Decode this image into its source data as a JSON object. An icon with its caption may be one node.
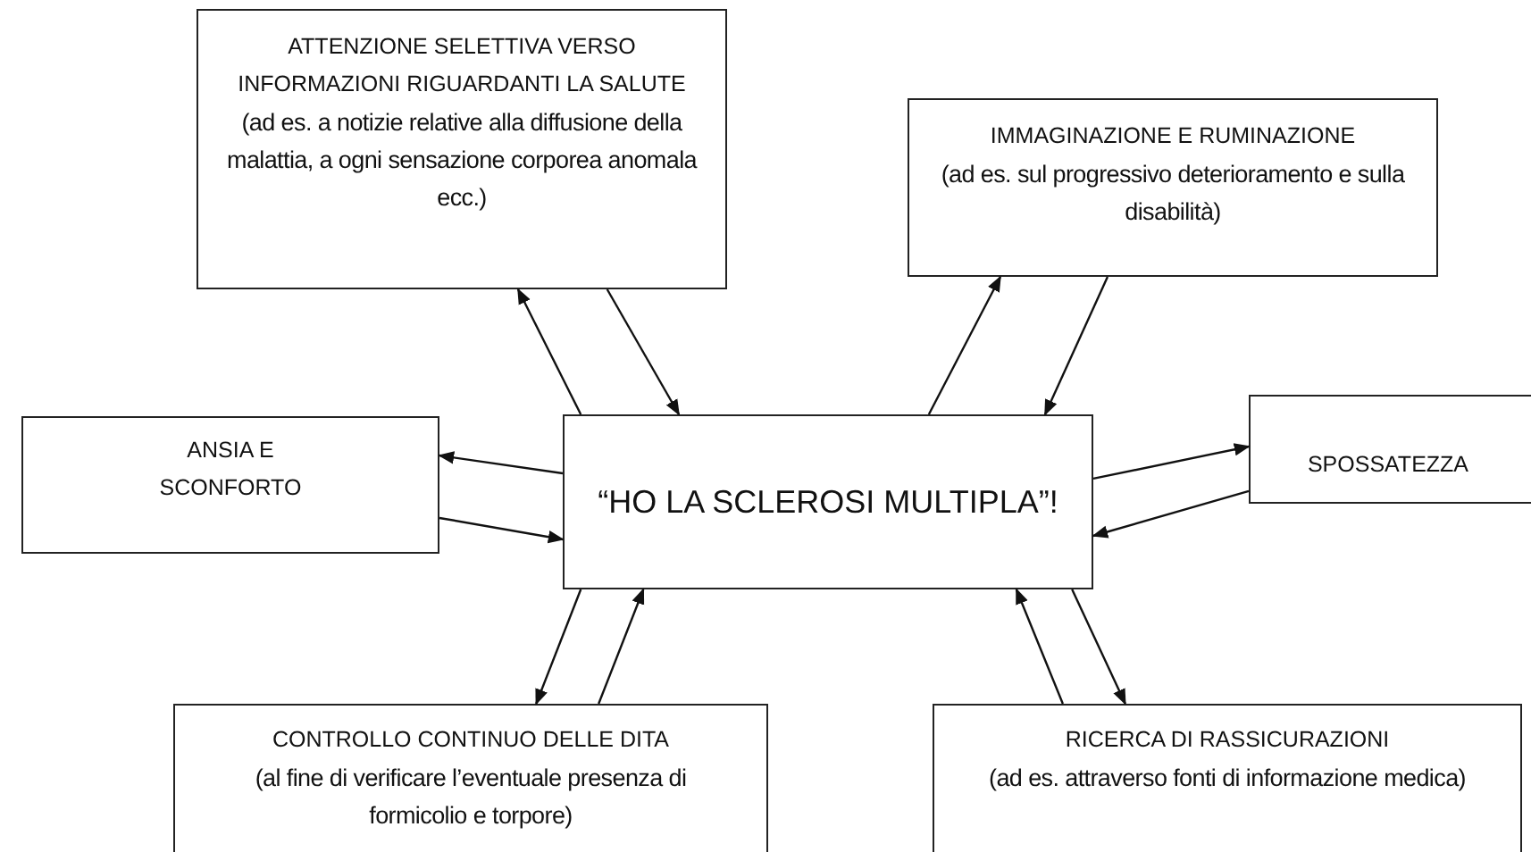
{
  "diagram": {
    "nodes": [
      {
        "text": [
          "“HO LA SCLEROSI MULTIPLA”!"
        ]
      },
      {
        "text": [
          "ATTENZIONE SELETTIVA VERSO INFORMAZIONI RIGUARDANTI LA SALUTE",
          "(ad es. a notizie relative alla diffusione della malattia, a ogni sensazione corporea anomala ecc.)"
        ]
      },
      {
        "text": [
          "IMMAGINAZIONE E RUMINAZIONE",
          "(ad es. sul progressivo deterioramento e sulla disabilità)"
        ]
      },
      {
        "text": [
          "ANSIA E SCONFORTO"
        ]
      },
      {
        "text": [
          "SPOSSATEZZA"
        ]
      },
      {
        "text": [
          "CONTROLLO CONTINUO DELLE DITA",
          "(al fine di verificare l’eventuale presenza di formicolio e torpore)"
        ]
      },
      {
        "text": [
          "RICERCA DI RASSICURAZIONI",
          "(ad es. attraverso fonti di informazione medica)"
        ]
      }
    ],
    "edges": [
      {
        "from": 0,
        "to": 1,
        "arrow": "to"
      },
      {
        "from": 1,
        "to": 0,
        "arrow": "to"
      },
      {
        "from": 0,
        "to": 2,
        "arrow": "to"
      },
      {
        "from": 2,
        "to": 0,
        "arrow": "to"
      },
      {
        "from": 0,
        "to": 3,
        "arrow": "to"
      },
      {
        "from": 3,
        "to": 0,
        "arrow": "to"
      },
      {
        "from": 0,
        "to": 4,
        "arrow": "to"
      },
      {
        "from": 4,
        "to": 0,
        "arrow": "to"
      },
      {
        "from": 0,
        "to": 5,
        "arrow": "to"
      },
      {
        "from": 5,
        "to": 0,
        "arrow": "to"
      },
      {
        "from": 6,
        "to": 0,
        "arrow": "to"
      },
      {
        "from": 0,
        "to": 6,
        "arrow": "to"
      }
    ]
  }
}
